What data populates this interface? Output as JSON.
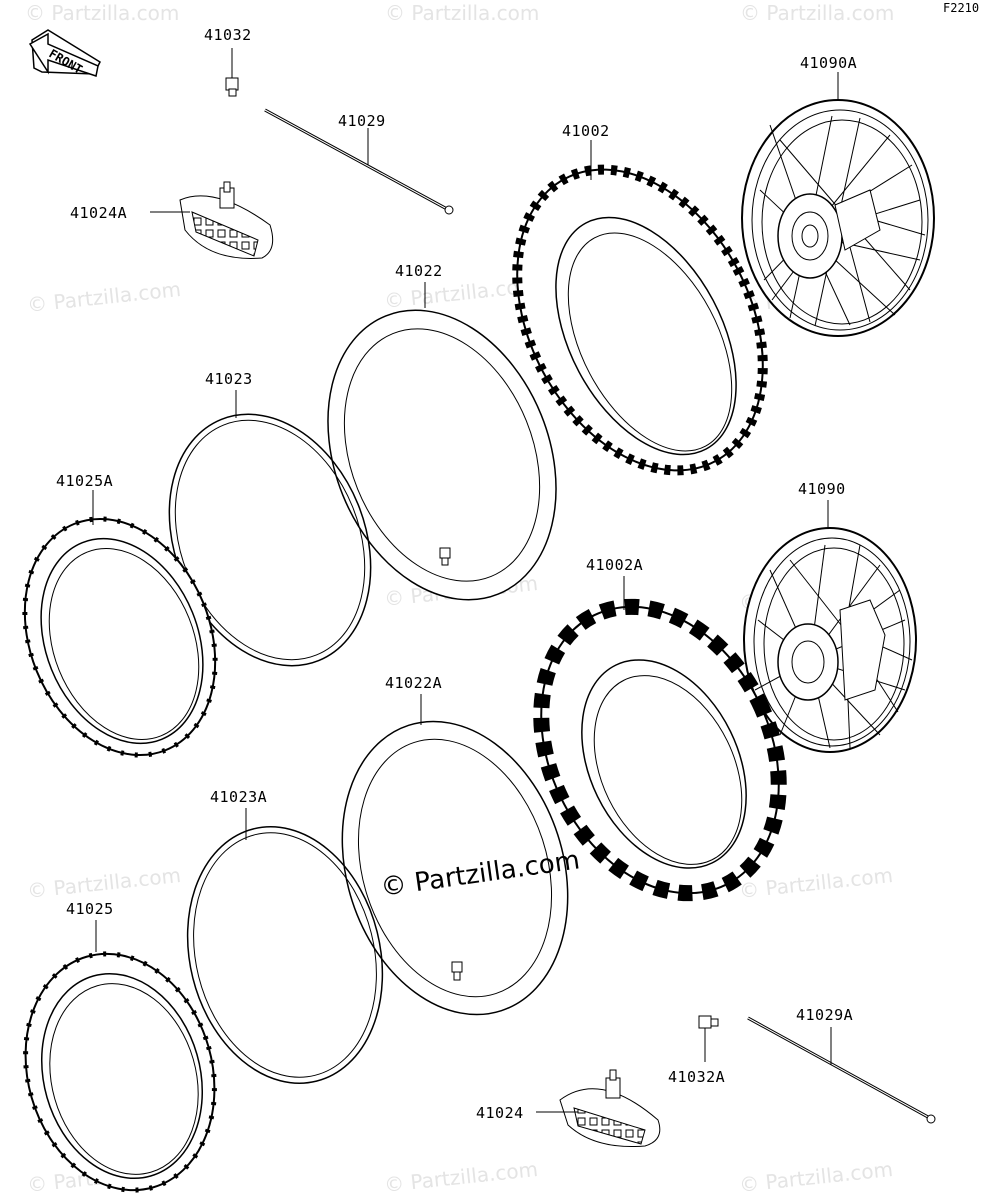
{
  "diagram": {
    "code": "F2210",
    "front_label": "FRONT",
    "watermark": "© Partzilla.com",
    "parts": [
      {
        "id": "41032"
      },
      {
        "id": "41029"
      },
      {
        "id": "41024A"
      },
      {
        "id": "41002"
      },
      {
        "id": "41090A"
      },
      {
        "id": "41022"
      },
      {
        "id": "41023"
      },
      {
        "id": "41025A"
      },
      {
        "id": "41090"
      },
      {
        "id": "41002A"
      },
      {
        "id": "41022A"
      },
      {
        "id": "41023A"
      },
      {
        "id": "41025"
      },
      {
        "id": "41032A"
      },
      {
        "id": "41029A"
      },
      {
        "id": "41024"
      }
    ]
  }
}
